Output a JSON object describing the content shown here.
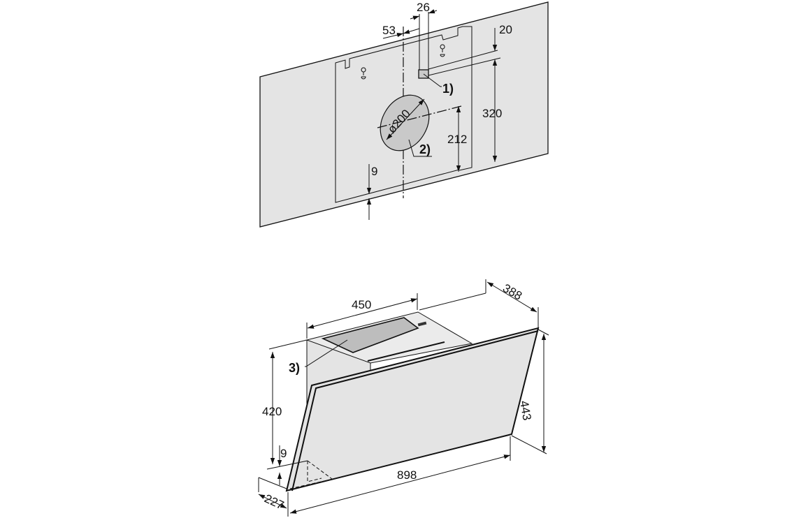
{
  "wall_template": {
    "dim_width_outlet": "26",
    "dim_offset_center": "53",
    "dim_top_gap": "20",
    "dim_height_total": "320",
    "dim_height_duct": "212",
    "dim_bottom": "9",
    "dim_diameter": "ø200",
    "callout_1": "1)",
    "callout_2": "2)"
  },
  "hood": {
    "dim_top_width": "450",
    "dim_depth_top": "388",
    "dim_body_height": "420",
    "dim_total_height": "443",
    "dim_bottom_gap": "9",
    "dim_width": "898",
    "dim_depth_bottom": "227",
    "callout_3": "3)"
  },
  "colors": {
    "panel": "#e4e4e4",
    "duct": "#c9c9c9",
    "filter": "#bdbdbd",
    "line": "#111111"
  }
}
